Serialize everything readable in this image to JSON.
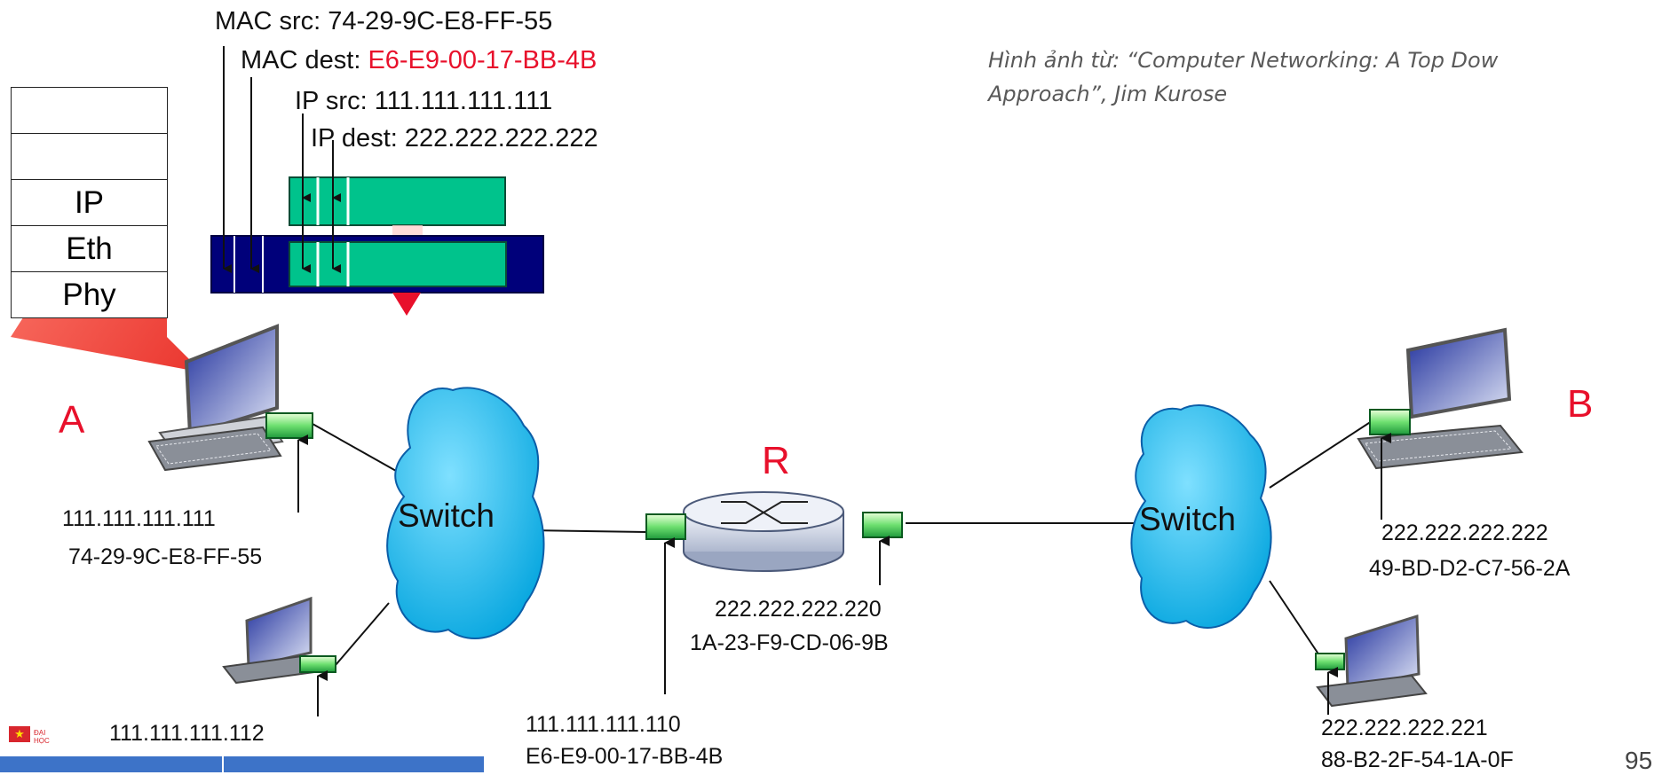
{
  "frame": {
    "mac_src": "MAC src: 74-29-9C-E8-FF-55",
    "mac_dest_label": "MAC dest: ",
    "mac_dest_value": "E6-E9-00-17-BB-4B",
    "ip_src": "IP src: 111.111.111.111",
    "ip_dest": "IP dest: 222.222.222.222"
  },
  "caption": {
    "line1": "Hình ảnh từ: “Computer Networking: A Top Dow",
    "line2": "Approach”, Jim Kurose"
  },
  "protocol_stack": [
    "",
    "",
    "IP",
    "Eth",
    "Phy"
  ],
  "nodes": {
    "a_label": "A",
    "b_label": "B",
    "r_label": "R",
    "switch_left": "Switch",
    "switch_right": "Switch"
  },
  "addresses": {
    "a_ip": "111.111.111.111",
    "a_mac": "74-29-9C-E8-FF-55",
    "a2_ip": "111.111.111.112",
    "r_left_ip": "111.111.111.110",
    "r_left_mac": "E6-E9-00-17-BB-4B",
    "r_right_ip": "222.222.222.220",
    "r_right_mac": "1A-23-F9-CD-06-9B",
    "b_ip": "222.222.222.222",
    "b_mac": "49-BD-D2-C7-56-2A",
    "b2_ip": "222.222.222.221",
    "b2_mac": "88-B2-2F-54-1A-0F"
  },
  "slide_number": "95",
  "logo_text": "ĐẠI HỌC",
  "colors": {
    "accent_red": "#e8102b",
    "frame_header": "#00007a",
    "ip_datagram": "#00c38c",
    "switch_cloud": "#17c0ee",
    "interface_green": "#2db34a",
    "footer_blue": "#3d73c8"
  }
}
